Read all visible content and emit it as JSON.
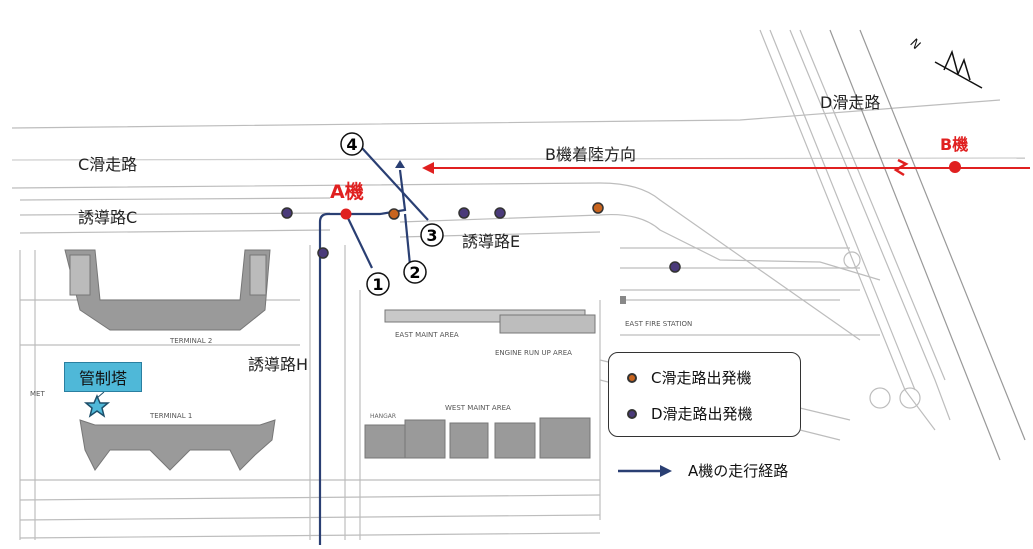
{
  "labels": {
    "runway_c": "C滑走路",
    "runway_d": "D滑走路",
    "taxiway_c": "誘導路C",
    "taxiway_e": "誘導路E",
    "taxiway_h": "誘導路H",
    "aircraft_a": "A機",
    "aircraft_b": "B機",
    "b_landing_direction": "B機着陸方向",
    "control_tower": "管制塔",
    "east_fire_station": "EAST FIRE STATION",
    "east_maint_area": "EAST MAINT AREA",
    "west_maint_area": "WEST MAINT AREA",
    "engine_run_up_area": "ENGINE RUN UP AREA",
    "terminal_1": "TERMINAL 1",
    "terminal_2": "TERMINAL 2",
    "hangar": "HANGAR",
    "met": "MET"
  },
  "route_steps": [
    "①",
    "②",
    "③",
    "④"
  ],
  "legend": {
    "c_departure": "C滑走路出発機",
    "d_departure": "D滑走路出発機",
    "route": "A機の走行経路"
  },
  "compass": {
    "north_letter": "N"
  },
  "colors": {
    "runway": "#e02020",
    "route": "#2a3f73",
    "c_departure": "#c8641e",
    "d_departure": "#4a3a7a",
    "tower": "#4fb8d8",
    "taxiway_edge": "#b8b8b8",
    "building": "#9a9a9a"
  }
}
